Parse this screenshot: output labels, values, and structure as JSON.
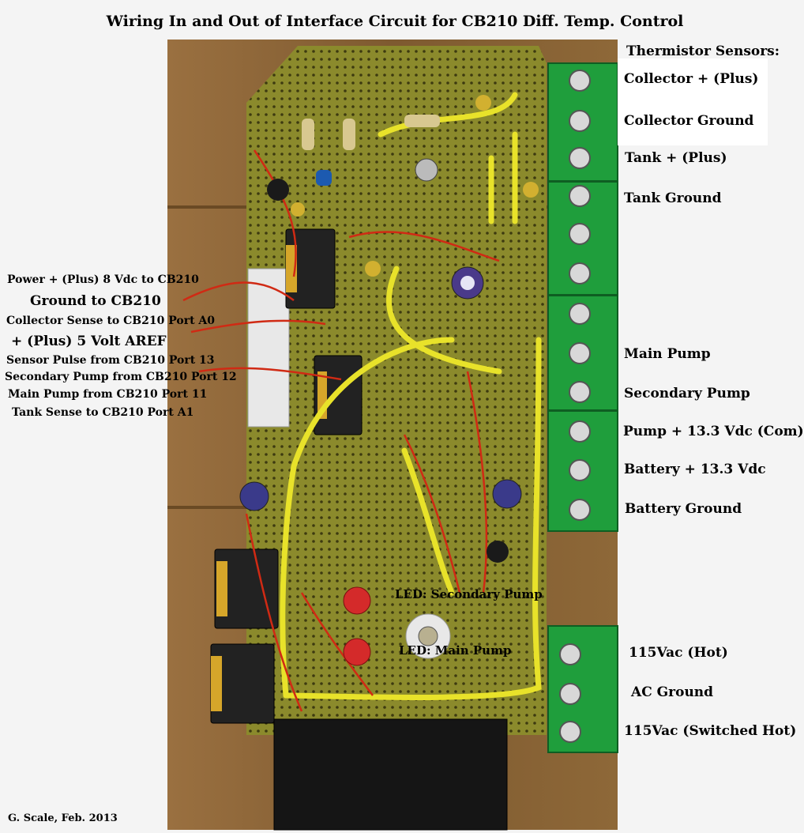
{
  "title": "Wiring In and Out of Interface Circuit for CB210 Diff. Temp. Control",
  "credit": "G. Scale, Feb. 2013",
  "right_labels": {
    "heading": "Thermistor Sensors:",
    "items": [
      "Collector + (Plus)",
      "Collector Ground",
      "Tank + (Plus)",
      "Tank Ground",
      "Main Pump",
      "Secondary Pump",
      "Pump + 13.3 Vdc (Com)",
      "Battery + 13.3 Vdc",
      "Battery Ground",
      "115Vac (Hot)",
      "AC Ground",
      "115Vac (Switched Hot)"
    ]
  },
  "left_labels": {
    "items": [
      "Power + (Plus) 8 Vdc to CB210",
      "Ground to CB210",
      "Collector Sense to CB210 Port A0",
      "+ (Plus) 5 Volt AREF",
      "Sensor Pulse from CB210 Port 13",
      "Secondary Pump from CB210 Port 12",
      "Main Pump from CB210 Port 11",
      "Tank Sense to CB210 Port A1"
    ]
  },
  "board_labels": {
    "led_secondary": "LED: Secondary Pump",
    "led_main": "LED: Main Pump"
  },
  "colors": {
    "wood": "#8a6436",
    "board": "#8a8a2a",
    "terminal_green": "#1f9e3c",
    "wire_yellow": "#e8e22a",
    "wire_red": "#d02a14"
  }
}
